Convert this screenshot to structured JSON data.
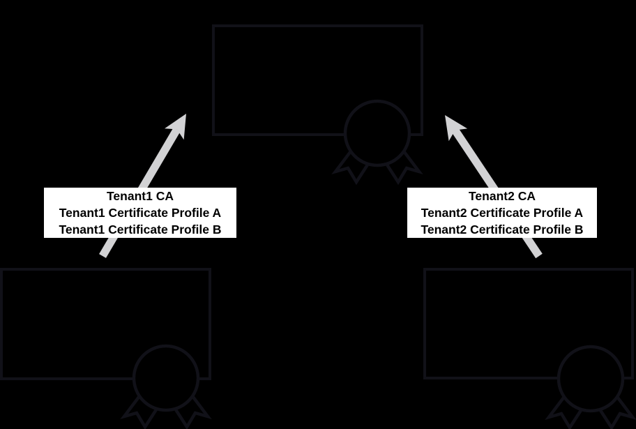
{
  "labels": {
    "tenant1": {
      "lines": [
        "Tenant1 CA",
        "Tenant1 Certificate Profile A",
        "Tenant1 Certificate Profile B"
      ]
    },
    "tenant2": {
      "lines": [
        "Tenant2 CA",
        "Tenant2 Certificate Profile A",
        "Tenant2 Certificate Profile B"
      ]
    }
  },
  "icons": {
    "certificate": "certificate-ribbon-icon",
    "arrow": "up-arrow-icon"
  },
  "colors": {
    "background": "#000000",
    "certificate_outline": "#111118",
    "arrow": "#d2d2d4",
    "label_background": "#ffffff",
    "label_text": "#000000"
  }
}
